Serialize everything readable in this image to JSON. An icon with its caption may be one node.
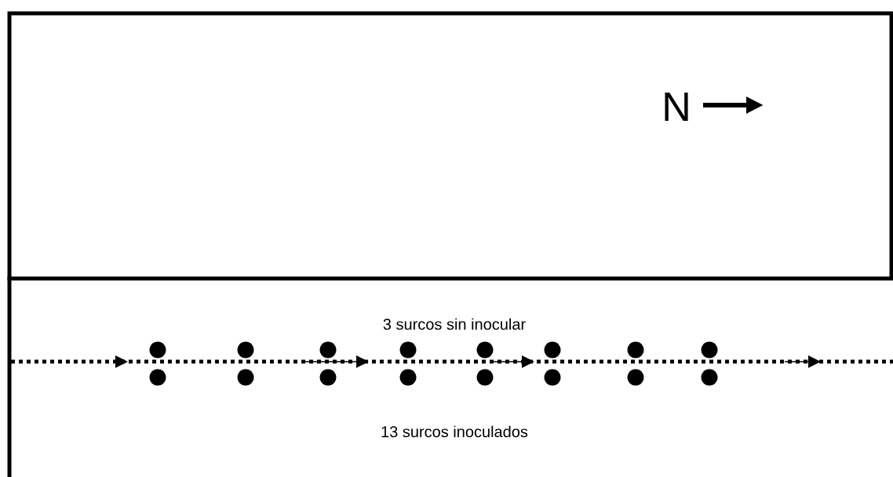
{
  "diagram": {
    "nodes": [
      {
        "text": [],
        "shape": "box"
      },
      {
        "text": [
          "3 surcos sin inocular",
          "13 surcos inoculados"
        ]
      }
    ],
    "labels": [
      "N"
    ]
  }
}
